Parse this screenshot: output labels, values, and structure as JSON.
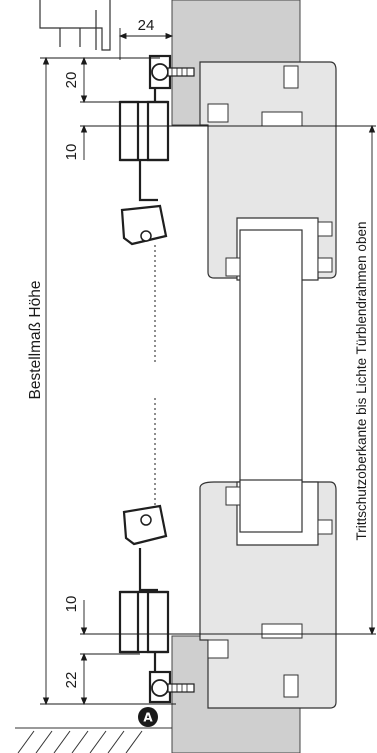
{
  "dimensions": {
    "top_width": "24",
    "top_height": "20",
    "top_offset": "10",
    "bottom_offset": "10",
    "bottom_height": "22"
  },
  "labels": {
    "order_height": "Bestellmaß Höhe",
    "clear_height": "Trittschutzoberkante bis Lichte Türblendrahmen oben"
  },
  "markers": {
    "a": "A"
  },
  "colors": {
    "wall": "#cfcfcf",
    "frame_fill": "#e6e6e6",
    "profile_stroke": "#1f1f1f",
    "marker_fill": "#1a1a1a"
  }
}
